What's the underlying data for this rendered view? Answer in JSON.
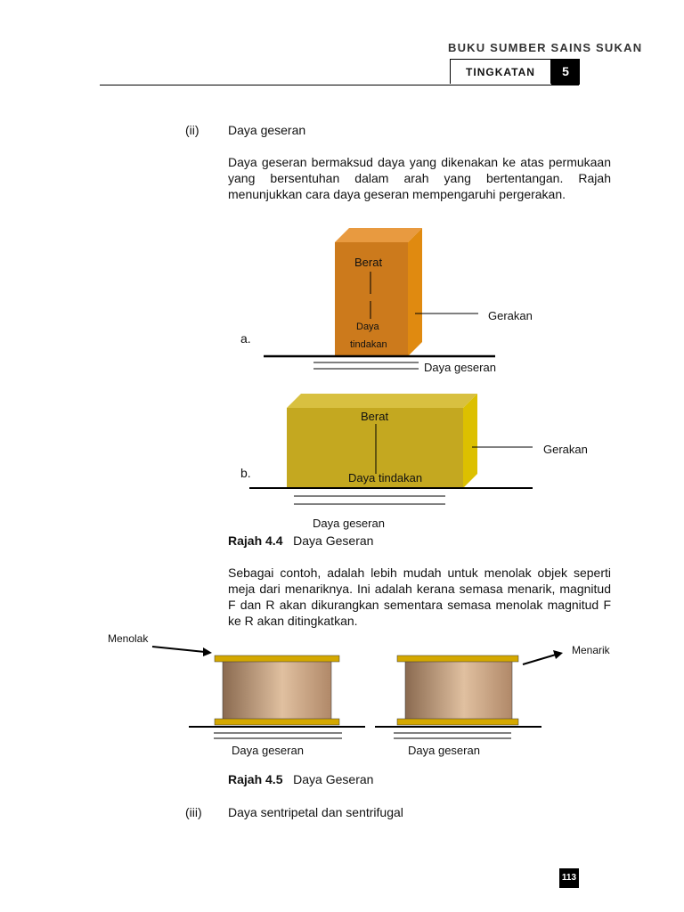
{
  "header": {
    "book_title": "BUKU SUMBER SAINS SUKAN",
    "level_label": "TINGKATAN",
    "level_number": "5"
  },
  "section_ii": {
    "number": "(ii)",
    "title": "Daya geseran",
    "paragraph": "Daya geseran bermaksud daya yang dikenakan ke atas permukaan yang bersentuhan dalam arah yang bertentangan. Rajah menunjukkan cara daya geseran mempengaruhi pergerakan."
  },
  "figure_44": {
    "a": {
      "marker": "a.",
      "berat": "Berat",
      "daya_line1": "Daya",
      "daya_line2": "tindakan",
      "gerakan": "Gerakan",
      "geseran": "Daya geseran"
    },
    "b": {
      "marker": "b.",
      "berat": "Berat",
      "daya": "Daya tindakan",
      "gerakan": "Gerakan",
      "geseran": "Daya geseran"
    },
    "caption_label": "Rajah 4.4",
    "caption_text": "Daya Geseran"
  },
  "example_paragraph": "Sebagai contoh, adalah lebih mudah untuk menolak objek seperti meja dari menariknya.  Ini adalah kerana semasa menarik, magnitud F dan R akan dikurangkan sementara semasa menolak magnitud F ke R akan ditingkatkan.",
  "figure_45": {
    "push_label": "Menolak",
    "pull_label": "Menarik",
    "left_geseran": "Daya geseran",
    "right_geseran": "Daya geseran",
    "caption_label": "Rajah 4.5",
    "caption_text": "Daya Geseran"
  },
  "section_iii": {
    "number": "(iii)",
    "title": "Daya sentripetal dan sentrifugal"
  },
  "page_number": "113"
}
